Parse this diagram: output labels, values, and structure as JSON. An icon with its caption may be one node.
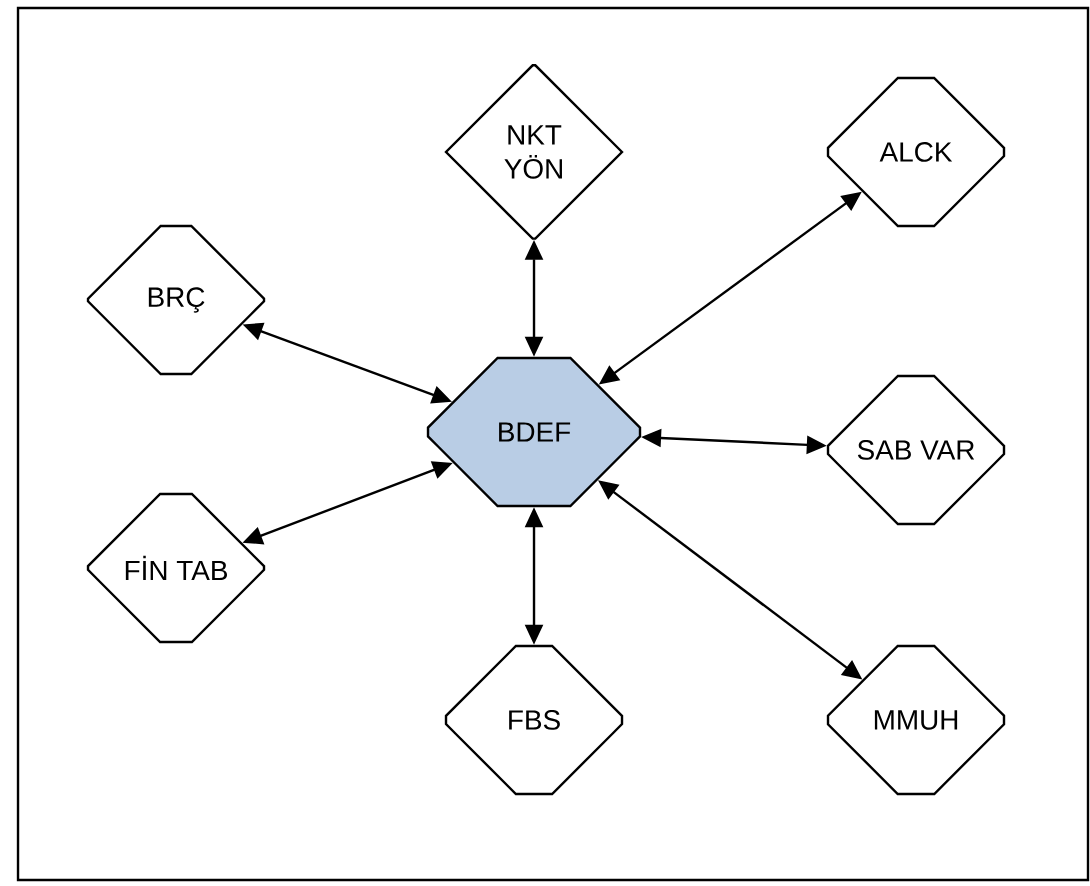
{
  "diagram": {
    "nodes": [
      {
        "text": [
          "NKT YÖN"
        ]
      },
      {
        "text": [
          "ALCK"
        ]
      },
      {
        "text": [
          "BRÇ"
        ]
      },
      {
        "text": [
          "BDEF"
        ]
      },
      {
        "text": [
          "SAB VAR"
        ]
      },
      {
        "text": [
          "FİN TAB"
        ]
      },
      {
        "text": [
          "FBS"
        ]
      },
      {
        "text": [
          "MMUH"
        ]
      }
    ],
    "edges": [
      {
        "from": 3,
        "to": 0,
        "arrow": "both"
      },
      {
        "from": 3,
        "to": 1,
        "arrow": "both"
      },
      {
        "from": 3,
        "to": 2,
        "arrow": "both"
      },
      {
        "from": 3,
        "to": 4,
        "arrow": "both"
      },
      {
        "from": 3,
        "to": 5,
        "arrow": "both"
      },
      {
        "from": 3,
        "to": 6,
        "arrow": "both"
      },
      {
        "from": 3,
        "to": 7,
        "arrow": "both"
      }
    ]
  }
}
